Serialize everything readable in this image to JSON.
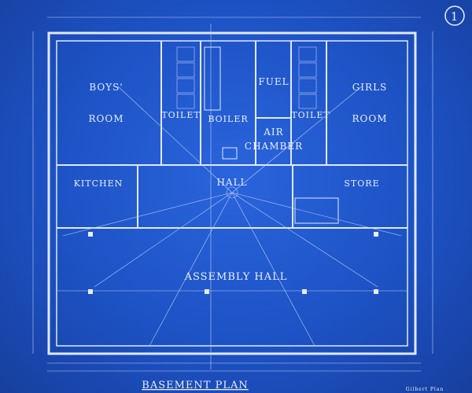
{
  "sheet_number": "1",
  "title": "BASEMENT PLAN",
  "corner_note": "Gilbert Plan",
  "rooms": {
    "boys_room": [
      "BOYS'",
      "ROOM"
    ],
    "boys_toilet": "TOILET",
    "boiler": "BOILER",
    "fuel": "FUEL",
    "air_chamber": [
      "AIR",
      "CHAMBER"
    ],
    "girls_toilet": "TOILET",
    "girls_room": [
      "GIRLS",
      "ROOM"
    ],
    "kitchen": "KITCHEN",
    "hall": "HALL",
    "store": "STORE",
    "assembly_hall": "ASSEMBLY HALL"
  },
  "colors": {
    "paper": "#1f55c8",
    "lines": "#dfe9ff"
  }
}
